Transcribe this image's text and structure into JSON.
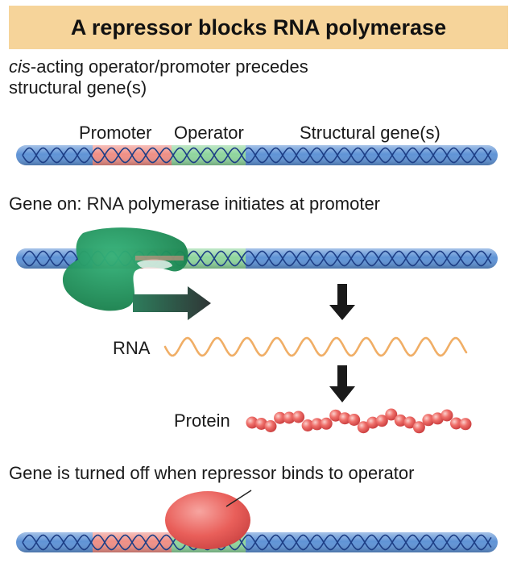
{
  "title": "A repressor blocks RNA polymerase",
  "intro": {
    "italic": "cis",
    "line1_rest": "-acting operator/promoter precedes",
    "line2": "structural gene(s)"
  },
  "labels": {
    "promoter": "Promoter",
    "operator": "Operator",
    "structural": "Structural gene(s)",
    "gene_on": "Gene on: RNA polymerase initiates at promoter",
    "rna": "RNA",
    "protein": "Protein",
    "gene_off": "Gene is turned off when repressor binds to operator"
  },
  "colors": {
    "title_bg": "#f6d49a",
    "dna": "#5f93d6",
    "promoter": "#ef8f86",
    "operator": "#8fd59d",
    "polymerase": "#1f9a5e",
    "rna": "#f0ae66",
    "protein": "#ec5f5f",
    "repressor": "#e95f5a"
  }
}
